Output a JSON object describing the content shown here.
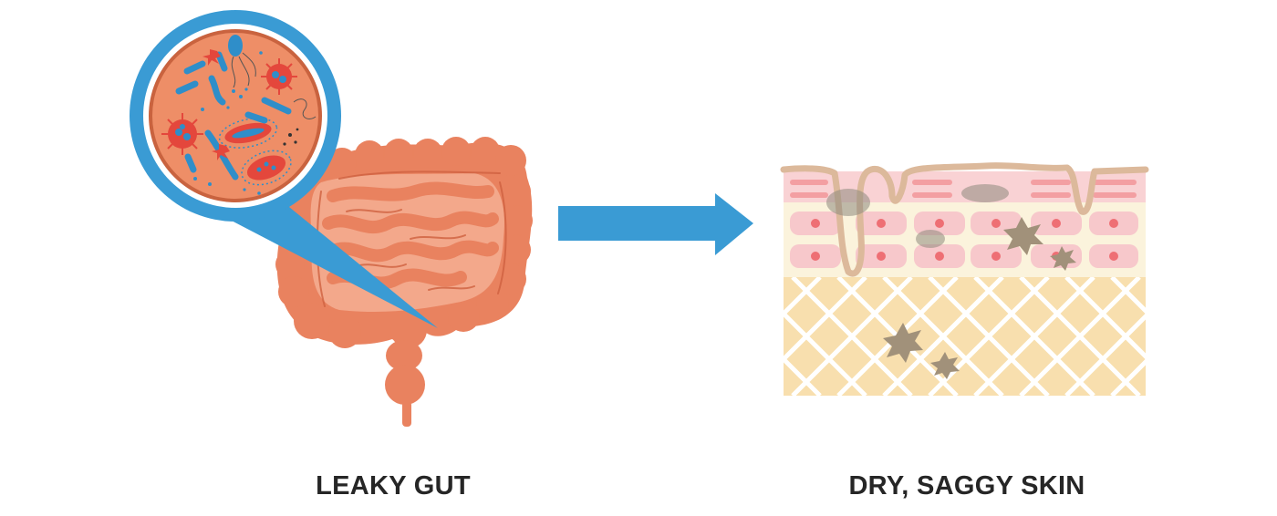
{
  "captions": {
    "left": "LEAKY GUT",
    "right": "DRY, SAGGY SKIN"
  },
  "icons": {
    "intestine": "intestine-illustration",
    "magnifier": "magnifier-circle-icon",
    "arrow": "arrow-right-icon",
    "skin": "skin-cross-section-illustration"
  },
  "colors": {
    "intestine": "#e9825f",
    "intestine_dark": "#cf6140",
    "intestine_light": "#f3a88b",
    "magnifier_ring": "#3a9bd4",
    "bacteria_blue": "#2f8ec9",
    "bacteria_red": "#e4473c",
    "arrow": "#3a9bd4",
    "epidermis": "#f9d2d4",
    "dermis": "#fbf3dc",
    "fat_layer": "#f8dfae",
    "damage_spot": "#a1917a",
    "text": "#262626"
  }
}
